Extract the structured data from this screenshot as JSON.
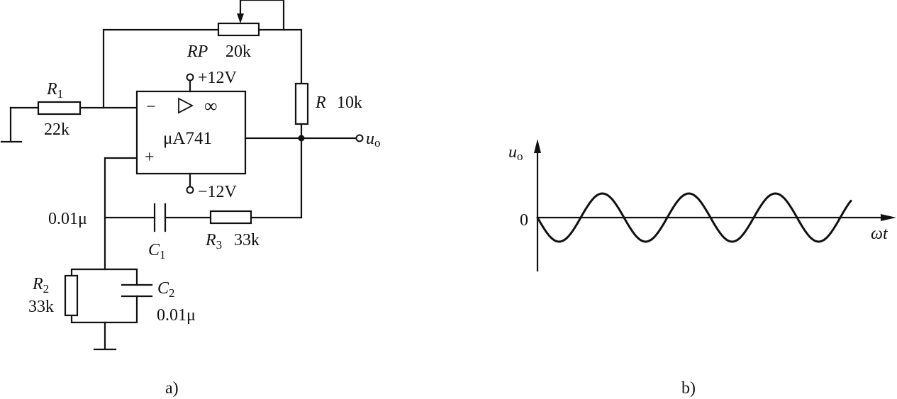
{
  "panel_a": {
    "caption": "a)",
    "opamp": {
      "name": "μA741",
      "minus_sign": "−",
      "plus_sign": "+",
      "infinity": "∞",
      "vpos": "+12V",
      "vneg": "−12V"
    },
    "r1": {
      "name": "R",
      "sub": "1",
      "value": "22k"
    },
    "rp": {
      "name": "RP",
      "value": "20k"
    },
    "r": {
      "name": "R",
      "value": "10k"
    },
    "output": {
      "name": "u",
      "sub": "o"
    },
    "c1": {
      "name": "C",
      "sub": "1"
    },
    "r3": {
      "name": "R",
      "sub": "3",
      "value": "33k"
    },
    "node_value": "0.01μ",
    "r2": {
      "name": "R",
      "sub": "2",
      "value": "33k"
    },
    "c2": {
      "name": "C",
      "sub": "2",
      "value": "0.01μ"
    }
  },
  "panel_b": {
    "caption": "b)",
    "y_axis": {
      "name": "u",
      "sub": "o"
    },
    "x_axis": {
      "name": "ωt"
    },
    "origin_label": "0"
  },
  "colors": {
    "ink": "#111111",
    "background": "#ffffff"
  }
}
